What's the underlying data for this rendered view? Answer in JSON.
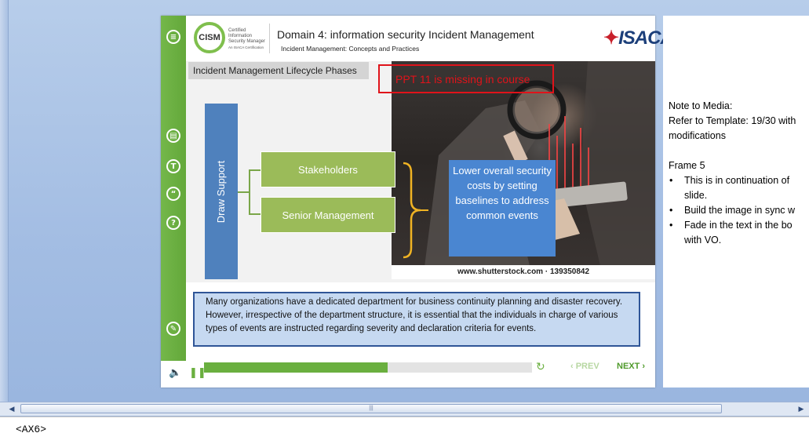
{
  "header": {
    "cism_mark": "CISM",
    "cism_line1": "Certified Information",
    "cism_line2": "Security Manager",
    "cism_line3": "An ISACA Certification",
    "domain_title": "Domain 4: information security Incident Management",
    "domain_subtitle": "Incident Management: Concepts and Practices",
    "isaca_logo": "ISACA"
  },
  "slide": {
    "phase_label": "Incident Management Lifecycle Phases",
    "missing_note": "PPT 11 is missing in course",
    "draw_support": "Draw Support",
    "boxes": [
      "Stakeholders",
      "Senior Management"
    ],
    "blue_note": "Lower overall security costs by setting baselines to address common events",
    "photo_credit": "www.shutterstock.com · 139350842",
    "description": "Many organizations have a dedicated department for business continuity planning and disaster recovery. However, irrespective of the department structure, it is essential that the individuals in charge of various types of events are instructed regarding severity and declaration criteria for events."
  },
  "player": {
    "progress": 0.56,
    "prev_label": "‹ PREV",
    "next_label": "NEXT ›"
  },
  "notes": {
    "line1": "Note to Media:",
    "line2": "Refer to Template: 19/30 with",
    "line3": "modifications",
    "frame": "Frame 5",
    "bullets": [
      {
        "line1": "This is in continuation of",
        "line2": "slide."
      },
      {
        "line1": "Build the image in sync w",
        "line2": ""
      },
      {
        "line1": "Fade in the text in the bo",
        "line2": "with VO."
      }
    ]
  },
  "status": {
    "cmd_text": "<AX6>"
  },
  "colors": {
    "green": "#6aaf3f",
    "blue_box": "#4a86d1",
    "draw_support_blue": "#4f81bd",
    "alert_red": "#e0131a"
  },
  "icons": {
    "menu": "menu-icon",
    "notes": "notes-icon",
    "transcript": "transcript-icon",
    "quote": "quote-icon",
    "help": "help-icon",
    "glossary": "glossary-icon",
    "volume": "volume-icon",
    "pause": "pause-icon",
    "replay": "replay-icon"
  }
}
